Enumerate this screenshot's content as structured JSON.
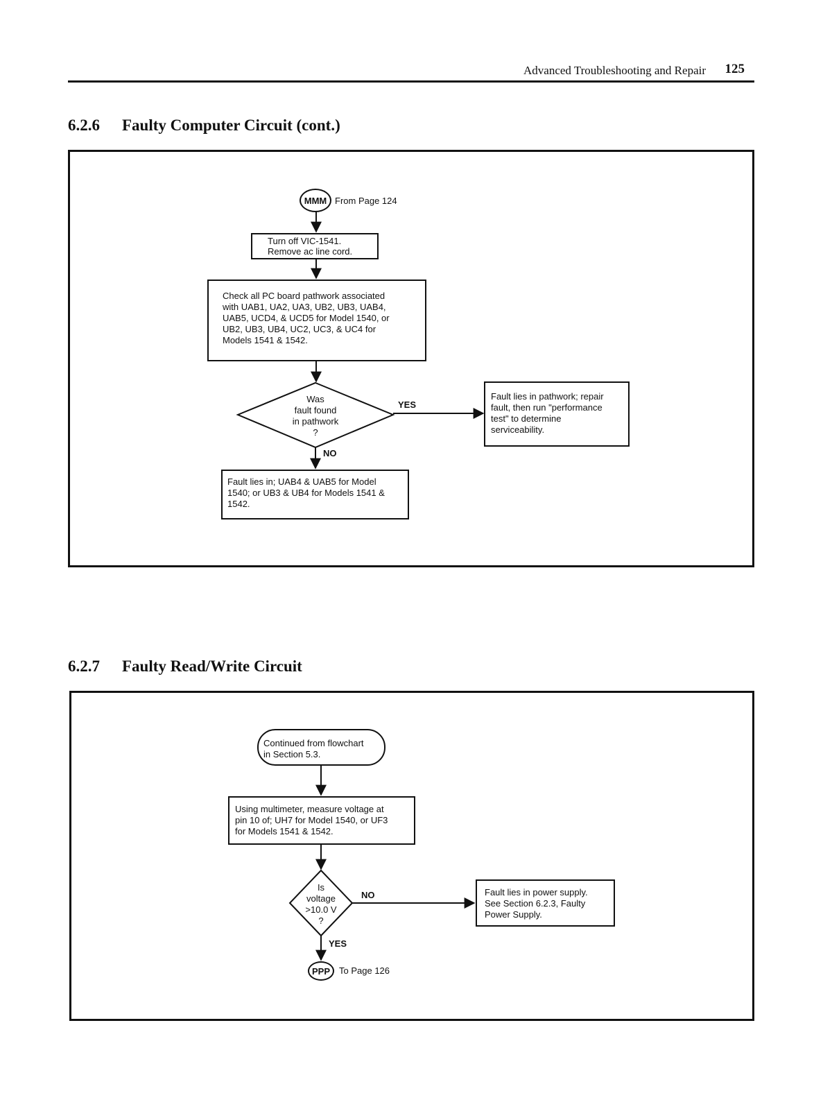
{
  "header": {
    "title": "Advanced Troubleshooting and Repair",
    "page": "125"
  },
  "section1": {
    "number": "6.2.6",
    "title": "Faulty Computer Circuit (cont.)",
    "connector": "MMM",
    "connector_note": "From Page 124",
    "step1": [
      "Turn off VIC-1541.",
      "Remove ac line cord."
    ],
    "step2": [
      "Check all PC board pathwork associated",
      "with UAB1, UA2, UA3,  UB2, UB3, UAB4,",
      "UAB5, UCD4, & UCD5 for Model 1540, or",
      "UB2, UB3, UB4, UC2, UC3, & UC4 for",
      "Models 1541 & 1542."
    ],
    "decision": [
      "Was",
      "fault found",
      "in pathwork",
      "?"
    ],
    "yes_label": "YES",
    "no_label": "NO",
    "yes_result": [
      "Fault lies in pathwork; repair",
      "fault, then run \"performance",
      "test\" to determine",
      "serviceability."
    ],
    "no_result": [
      "Fault lies in; UAB4 & UAB5 for Model",
      "1540; or UB3 & UB4 for Models 1541 &",
      "1542."
    ]
  },
  "section2": {
    "number": "6.2.7",
    "title": "Faulty Read/Write Circuit",
    "start": [
      "Continued from flowchart",
      "in Section 5.3."
    ],
    "step1": [
      "Using multimeter, measure voltage at",
      "pin 10 of; UH7 for Model 1540, or UF3",
      "for Models 1541 & 1542."
    ],
    "decision": [
      "Is",
      "voltage",
      ">10.0 V",
      "?"
    ],
    "no_label": "NO",
    "yes_label": "YES",
    "no_result": [
      "Fault lies in power supply.",
      "See Section 6.2.3, Faulty",
      "Power Supply."
    ],
    "connector": "PPP",
    "connector_note": "To Page 126"
  }
}
